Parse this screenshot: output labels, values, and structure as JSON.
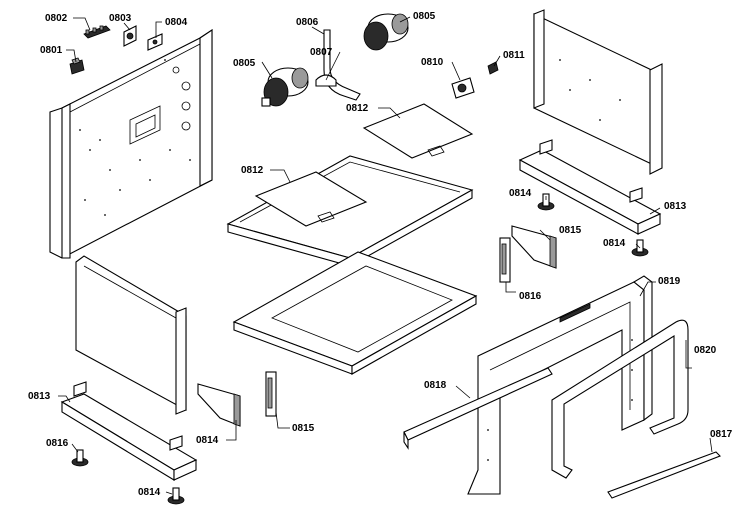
{
  "labels": [
    {
      "id": "l0802",
      "text": "0802"
    },
    {
      "id": "l0803",
      "text": "0803"
    },
    {
      "id": "l0804",
      "text": "0804"
    },
    {
      "id": "l0801",
      "text": "0801"
    },
    {
      "id": "l0806",
      "text": "0806"
    },
    {
      "id": "l0805a",
      "text": "0805"
    },
    {
      "id": "l0805b",
      "text": "0805"
    },
    {
      "id": "l0807",
      "text": "0807"
    },
    {
      "id": "l0810",
      "text": "0810"
    },
    {
      "id": "l0811",
      "text": "0811"
    },
    {
      "id": "l0812a",
      "text": "0812"
    },
    {
      "id": "l0812b",
      "text": "0812"
    },
    {
      "id": "l0814a",
      "text": "0814"
    },
    {
      "id": "l0813a",
      "text": "0813"
    },
    {
      "id": "l0815a",
      "text": "0815"
    },
    {
      "id": "l0814b",
      "text": "0814"
    },
    {
      "id": "l0816a",
      "text": "0816"
    },
    {
      "id": "l0819",
      "text": "0819"
    },
    {
      "id": "l0820",
      "text": "0820"
    },
    {
      "id": "l0818",
      "text": "0818"
    },
    {
      "id": "l0813b",
      "text": "0813"
    },
    {
      "id": "l0814c",
      "text": "0814"
    },
    {
      "id": "l0815b",
      "text": "0815"
    },
    {
      "id": "l0816b",
      "text": "0816"
    },
    {
      "id": "l0814d",
      "text": "0814"
    },
    {
      "id": "l0817",
      "text": "0817"
    }
  ]
}
